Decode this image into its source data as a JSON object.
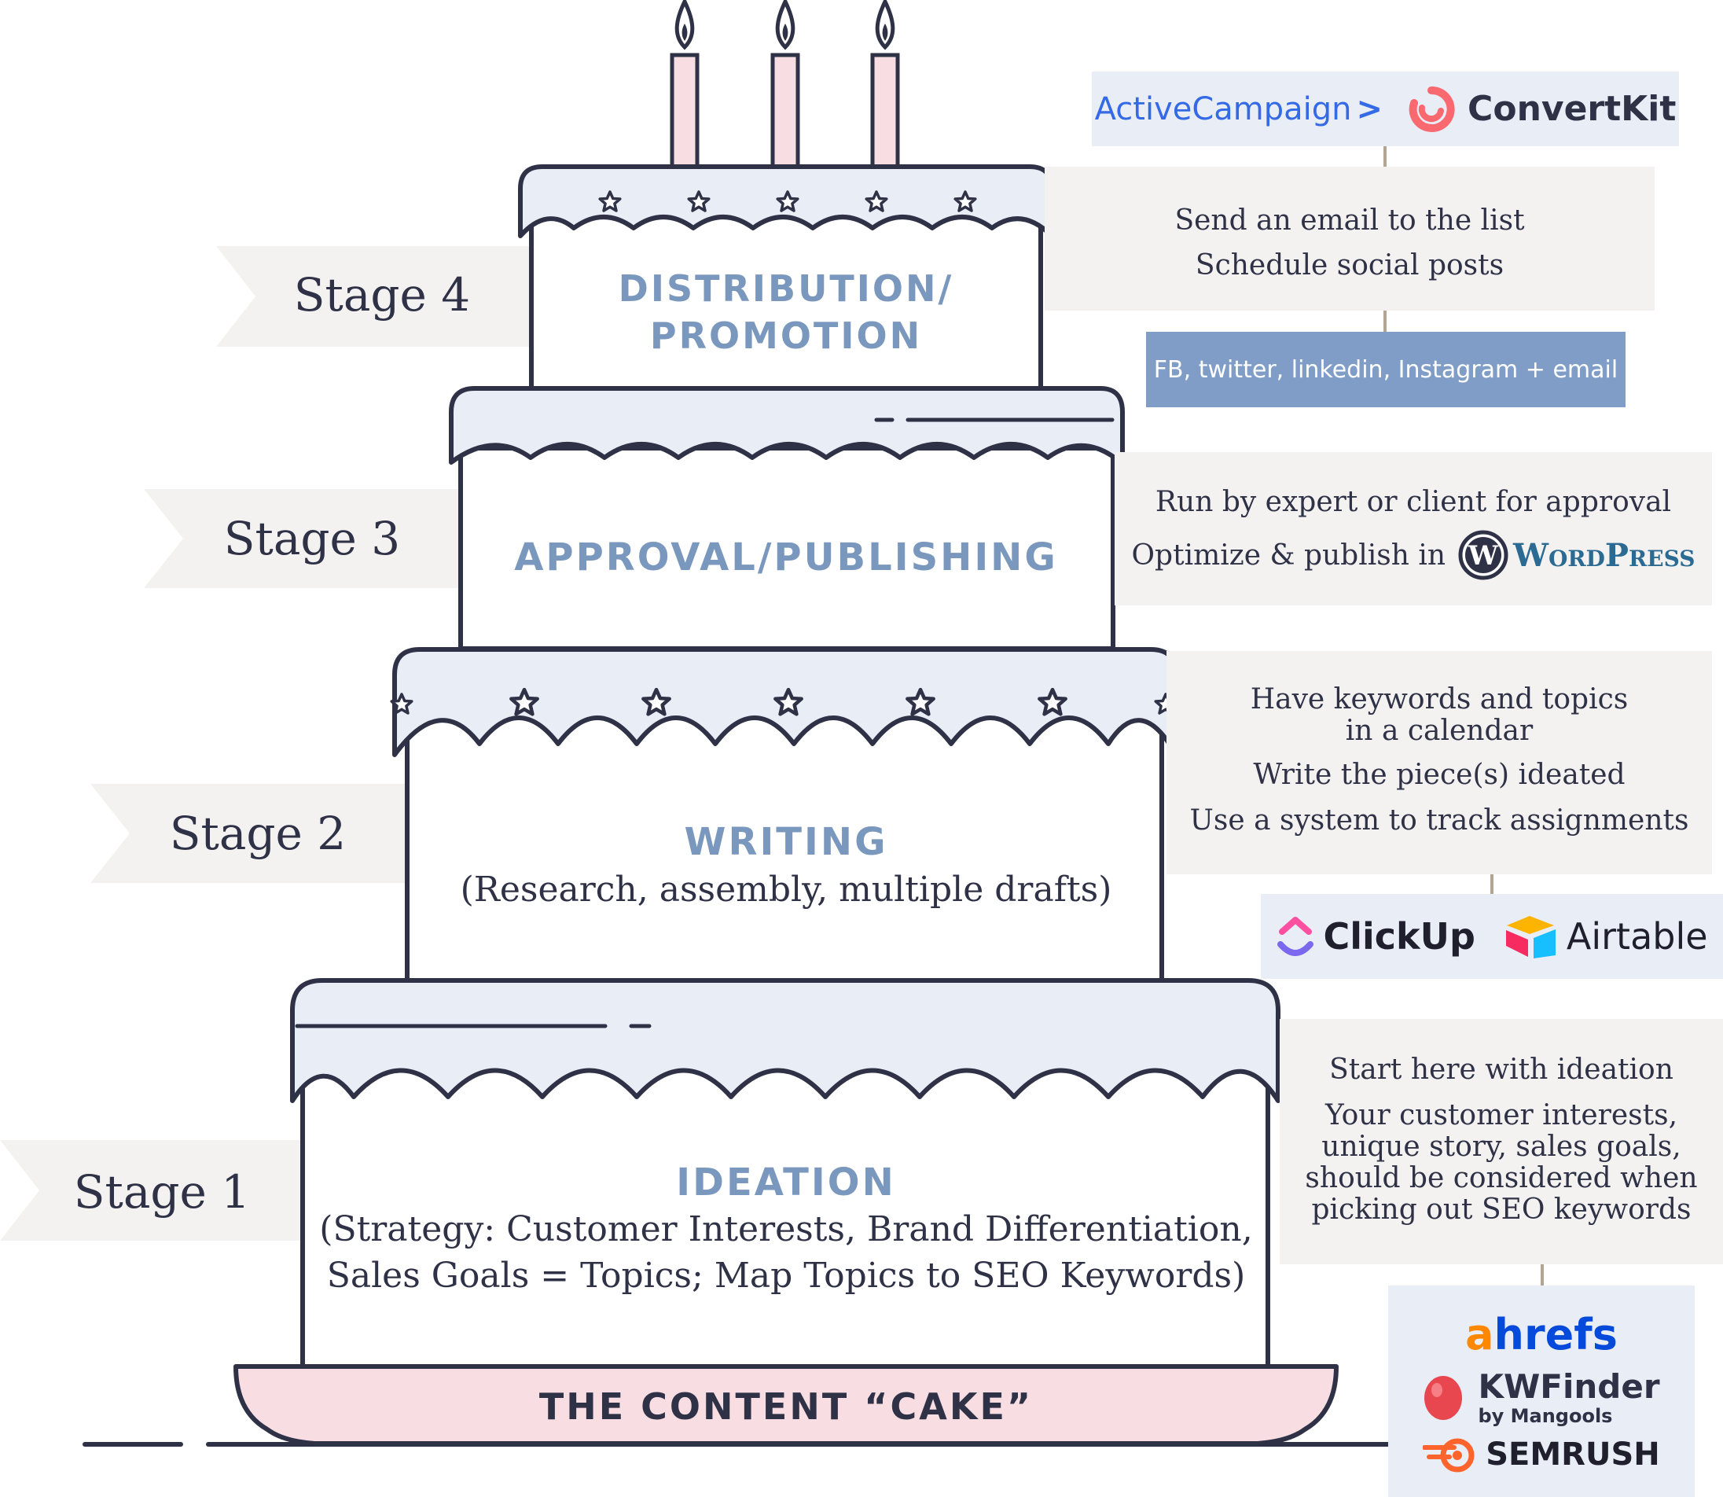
{
  "stages": [
    {
      "label": "Stage 4",
      "title_lines": [
        "DISTRIBUTION/",
        "PROMOTION"
      ],
      "subtitle_lines": []
    },
    {
      "label": "Stage 3",
      "title_lines": [
        "APPROVAL/PUBLISHING"
      ],
      "subtitle_lines": []
    },
    {
      "label": "Stage 2",
      "title_lines": [
        "WRITING"
      ],
      "subtitle_lines": [
        "(Research, assembly, multiple drafts)"
      ]
    },
    {
      "label": "Stage 1",
      "title_lines": [
        "IDEATION"
      ],
      "subtitle_lines": [
        "(Strategy: Customer Interests, Brand Differentiation,",
        "Sales Goals = Topics; Map Topics to SEO Keywords)"
      ]
    }
  ],
  "plate_label": "THE CONTENT “CAKE”",
  "notes": {
    "stage4": {
      "lines": [
        "Send an email to the list",
        "Schedule social posts"
      ]
    },
    "stage4_channels": "FB, twitter, linkedin, Instagram + email",
    "stage3": {
      "line1": "Run by expert or client for approval",
      "line2": "Optimize & publish in"
    },
    "stage2": {
      "lines": [
        "Have keywords and topics",
        "in a calendar",
        "Write the piece(s) ideated",
        "Use a system to track assignments"
      ]
    },
    "stage1": {
      "lines": [
        "Start here with ideation",
        "Your customer interests,",
        "unique story, sales goals,",
        "should be considered when",
        "picking out SEO keywords"
      ]
    }
  },
  "tools": {
    "email": {
      "activecampaign": "ActiveCampaign",
      "activecampaign_mark": ">",
      "convertkit": "ConvertKit"
    },
    "publishing": {
      "wordpress_main": "WordPress",
      "wordpress_mark": "W"
    },
    "writing": {
      "clickup": "ClickUp",
      "airtable": "Airtable"
    },
    "ideation": {
      "ahrefs_a": "a",
      "ahrefs_rest": "hrefs",
      "kwfinder": "KWFinder",
      "kwfinder_sub": "by Mangools",
      "semrush": "SEMRUSH"
    }
  },
  "colors": {
    "icing": "#e9edf6",
    "outline": "#2f3246",
    "title_blue": "#7a97bd",
    "plate": "#f8dde3",
    "candle": "#f8dde3",
    "note_bg": "#f3f2f1",
    "channel_bar": "#7f9dc6",
    "convertkit_red": "#fb6970",
    "activecampaign_blue": "#356ae6",
    "ahrefs_orange": "#ff8800",
    "ahrefs_blue": "#054ada",
    "semrush_orange": "#ff642d",
    "kwfinder_red": "#e8474f"
  }
}
